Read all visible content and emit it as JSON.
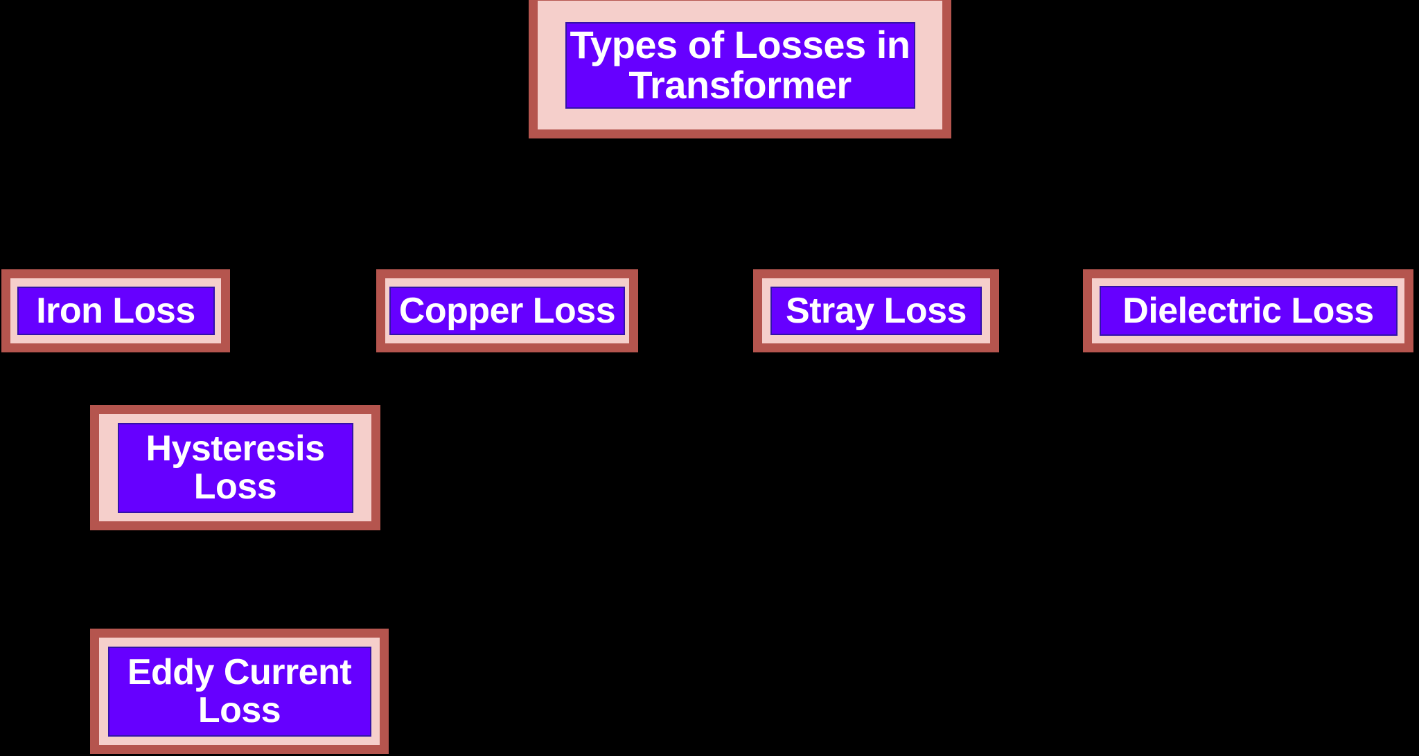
{
  "diagram": {
    "title": "Types of Losses in Transformer",
    "type": "hierarchy-tree",
    "background_color": "#000000",
    "node_plate_color": "#f5cfcb",
    "node_border_color": "#b5554e",
    "chip_color": "#6600ff",
    "chip_border_color": "#3313a8",
    "chip_text_color": "#ffffff",
    "root": {
      "label": "Types of Losses in\nTransformer"
    },
    "level_two": [
      {
        "label": "Iron Loss"
      },
      {
        "label": "Copper Loss"
      },
      {
        "label": "Stray Loss"
      },
      {
        "label": "Dielectric Loss"
      }
    ],
    "level_three": [
      {
        "label": "Hysteresis\nLoss",
        "parent": "Iron Loss"
      },
      {
        "label": "Eddy Current\nLoss",
        "parent": "Iron Loss"
      }
    ],
    "connectors": {
      "root_to_children": "arrow-down",
      "iron_to_children": "arrow-down-then-right"
    }
  }
}
